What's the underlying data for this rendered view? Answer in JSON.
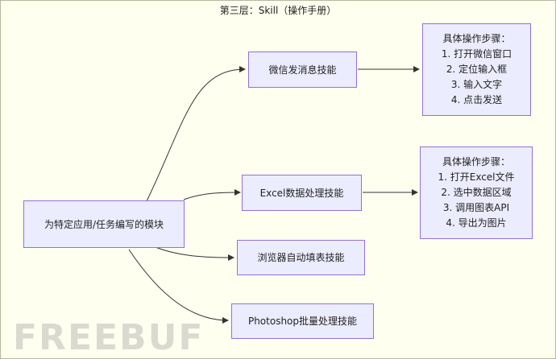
{
  "title": "第三层：Skill（操作手册）",
  "root": {
    "label": "为特定应用/任务编写的模块"
  },
  "skills": [
    {
      "label": "微信发消息技能"
    },
    {
      "label": "Excel数据处理技能"
    },
    {
      "label": "浏览器自动填表技能"
    },
    {
      "label": "Photoshop批量处理技能"
    }
  ],
  "details": [
    {
      "heading": "具体操作步骤：",
      "steps": [
        "1. 打开微信窗口",
        "2. 定位输入框",
        "3. 输入文字",
        "4. 点击发送"
      ]
    },
    {
      "heading": "具体操作步骤：",
      "steps": [
        "1. 打开Excel文件",
        "2. 选中数据区域",
        "3. 调用图表API",
        "4. 导出为图片"
      ]
    }
  ],
  "watermark": "FREEBUF",
  "colors": {
    "background": "#fffff0",
    "node_fill": "#ececff",
    "node_border": "#9370db",
    "edge": "#333333"
  }
}
